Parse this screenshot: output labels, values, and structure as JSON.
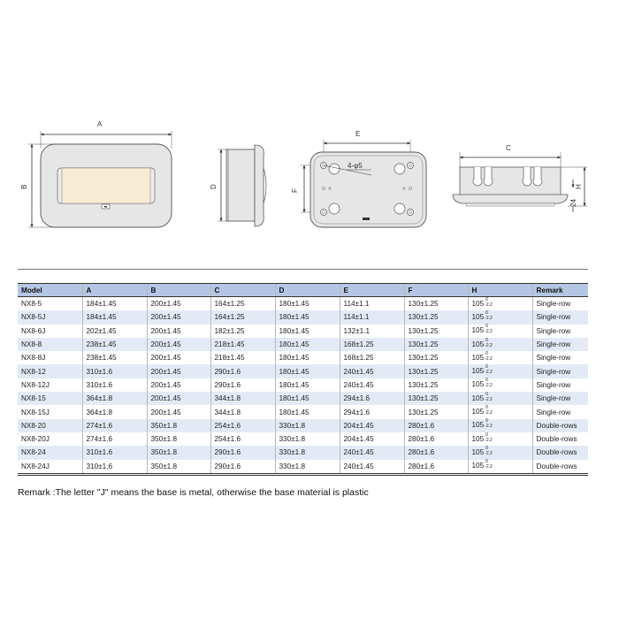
{
  "drawings": {
    "front_view": {
      "dim_width": "A",
      "dim_height": "B"
    },
    "side_view": {
      "dim_depth": "D"
    },
    "back_view": {
      "dim_hole_spacing_h": "E",
      "dim_hole_spacing_v": "F",
      "hole_callout": "4-φ5"
    },
    "bottom_view": {
      "dim_width": "C",
      "dim_height": "H",
      "dim_flange": "24"
    }
  },
  "table": {
    "headers": [
      "Model",
      "A",
      "B",
      "C",
      "D",
      "E",
      "F",
      "H",
      "Remark"
    ],
    "h_tolerance": {
      "upper": "0",
      "lower": "-2.2"
    },
    "rows": [
      {
        "model": "NX8-5",
        "a": "184±1.45",
        "b": "200±1.45",
        "c": "164±1.25",
        "d": "180±1.45",
        "e": "114±1.1",
        "f": "130±1.25",
        "h": "105",
        "remark": "Single-row"
      },
      {
        "model": "NX8-5J",
        "a": "184±1.45",
        "b": "200±1.45",
        "c": "164±1.25",
        "d": "180±1.45",
        "e": "114±1.1",
        "f": "130±1.25",
        "h": "105",
        "remark": "Single-row"
      },
      {
        "model": "NX8-6J",
        "a": "202±1.45",
        "b": "200±1.45",
        "c": "182±1.25",
        "d": "180±1.45",
        "e": "132±1.1",
        "f": "130±1.25",
        "h": "105",
        "remark": "Single-row"
      },
      {
        "model": "NX8-8",
        "a": "238±1.45",
        "b": "200±1.45",
        "c": "218±1.45",
        "d": "180±1.45",
        "e": "168±1.25",
        "f": "130±1.25",
        "h": "105",
        "remark": "Single-row"
      },
      {
        "model": "NX8-8J",
        "a": "238±1.45",
        "b": "200±1.45",
        "c": "218±1.45",
        "d": "180±1.45",
        "e": "168±1.25",
        "f": "130±1.25",
        "h": "105",
        "remark": "Single-row"
      },
      {
        "model": "NX8-12",
        "a": "310±1.6",
        "b": "200±1.45",
        "c": "290±1.6",
        "d": "180±1.45",
        "e": "240±1.45",
        "f": "130±1.25",
        "h": "105",
        "remark": "Single-row"
      },
      {
        "model": "NX8-12J",
        "a": "310±1.6",
        "b": "200±1.45",
        "c": "290±1.6",
        "d": "180±1.45",
        "e": "240±1.45",
        "f": "130±1.25",
        "h": "105",
        "remark": "Single-row"
      },
      {
        "model": "NX8-15",
        "a": "364±1.8",
        "b": "200±1.45",
        "c": "344±1.8",
        "d": "180±1.45",
        "e": "294±1.6",
        "f": "130±1.25",
        "h": "105",
        "remark": "Single-row"
      },
      {
        "model": "NX8-15J",
        "a": "364±1.8",
        "b": "200±1.45",
        "c": "344±1.8",
        "d": "180±1.45",
        "e": "294±1.6",
        "f": "130±1.25",
        "h": "105",
        "remark": "Single-row"
      },
      {
        "model": "NX8-20",
        "a": "274±1.6",
        "b": "350±1.8",
        "c": "254±1.6",
        "d": "330±1.8",
        "e": "204±1.45",
        "f": "280±1.6",
        "h": "105",
        "remark": "Double-rows"
      },
      {
        "model": "NX8-20J",
        "a": "274±1.6",
        "b": "350±1.8",
        "c": "254±1.6",
        "d": "330±1.8",
        "e": "204±1.45",
        "f": "280±1.6",
        "h": "105",
        "remark": "Double-rows"
      },
      {
        "model": "NX8-24",
        "a": "310±1.6",
        "b": "350±1.8",
        "c": "290±1.6",
        "d": "330±1.8",
        "e": "240±1.45",
        "f": "280±1.6",
        "h": "105",
        "remark": "Double-rows"
      },
      {
        "model": "NX8-24J",
        "a": "310±1.6",
        "b": "350±1.8",
        "c": "290±1.6",
        "d": "330±1.8",
        "e": "240±1.45",
        "f": "280±1.6",
        "h": "105",
        "remark": "Double-rows"
      }
    ]
  },
  "remark": "Remark :The letter \"J\" means the base is metal, otherwise the base material is plastic",
  "colors": {
    "header_bg": "#b4c6e4",
    "alt_row_bg": "#e4eaf5",
    "window_fill": "#f8ebd6",
    "body_fill": "#e6e6e6"
  }
}
